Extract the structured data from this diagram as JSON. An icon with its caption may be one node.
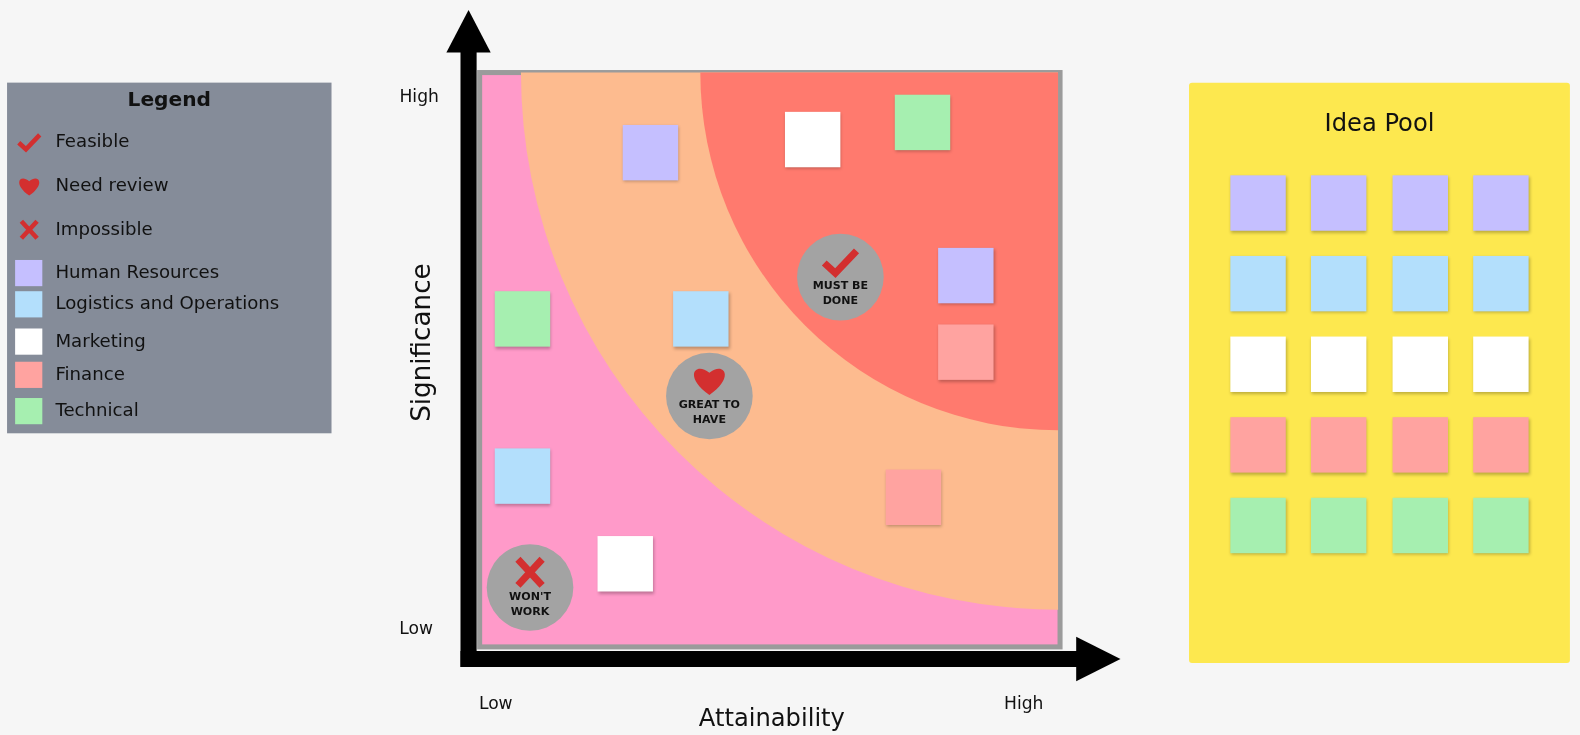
{
  "diagram": {
    "nodes": [
      {
        "text": [],
        "shape": "box"
      },
      {
        "text": [],
        "shape": "box"
      },
      {
        "text": [],
        "shape": "box"
      },
      {
        "text": [],
        "shape": "box"
      },
      {
        "text": [
          "MUST BE DONE"
        ]
      },
      {
        "text": [],
        "shape": "box"
      },
      {
        "text": [],
        "shape": "box"
      },
      {
        "text": [],
        "shape": "box"
      },
      {
        "text": [
          "GREAT TO HAVE"
        ]
      },
      {
        "text": [],
        "shape": "box"
      },
      {
        "text": [],
        "shape": "box"
      },
      {
        "text": [],
        "shape": "box"
      },
      {
        "text": [
          "WON'T WORK"
        ]
      },
      {
        "text": [
          "Idea Pool"
        ]
      },
      {
        "text": [],
        "shape": "box",
        "in": 13
      },
      {
        "text": [],
        "shape": "box",
        "in": 13
      },
      {
        "text": [],
        "shape": "box",
        "in": 13
      },
      {
        "text": [],
        "shape": "box",
        "in": 13
      },
      {
        "text": [],
        "shape": "box",
        "in": 13
      },
      {
        "text": [],
        "shape": "box",
        "in": 13
      },
      {
        "text": [],
        "shape": "box",
        "in": 13
      },
      {
        "text": [],
        "shape": "box",
        "in": 13
      },
      {
        "text": [],
        "shape": "box",
        "in": 13
      },
      {
        "text": [],
        "shape": "box",
        "in": 13
      },
      {
        "text": [],
        "shape": "box",
        "in": 13
      },
      {
        "text": [],
        "shape": "box",
        "in": 13
      },
      {
        "text": [],
        "shape": "box",
        "in": 13
      },
      {
        "text": [],
        "shape": "box",
        "in": 13
      },
      {
        "text": [],
        "shape": "box",
        "in": 13
      },
      {
        "text": [],
        "shape": "box",
        "in": 13
      },
      {
        "text": [],
        "shape": "box",
        "in": 13
      },
      {
        "text": [],
        "shape": "box",
        "in": 13
      },
      {
        "text": [],
        "shape": "box",
        "in": 13
      },
      {
        "text": [],
        "shape": "box",
        "in": 13
      }
    ],
    "labels": [
      "Legend",
      "High",
      "Significance",
      "Low",
      "Low",
      "Attainability",
      "High"
    ],
    "legend": [
      {
        "text": "Feasible"
      },
      {
        "text": "Need review"
      },
      {
        "text": "Impossible"
      },
      {
        "text": "Human Resources",
        "color": "#c5bfff"
      },
      {
        "text": "Logistics and Operations",
        "color": "#b3dffc"
      },
      {
        "text": "Marketing",
        "color": "#ffffff"
      },
      {
        "text": "Finance",
        "color": "#ffa3a0"
      },
      {
        "text": "Technical",
        "color": "#a6efb0"
      }
    ]
  }
}
